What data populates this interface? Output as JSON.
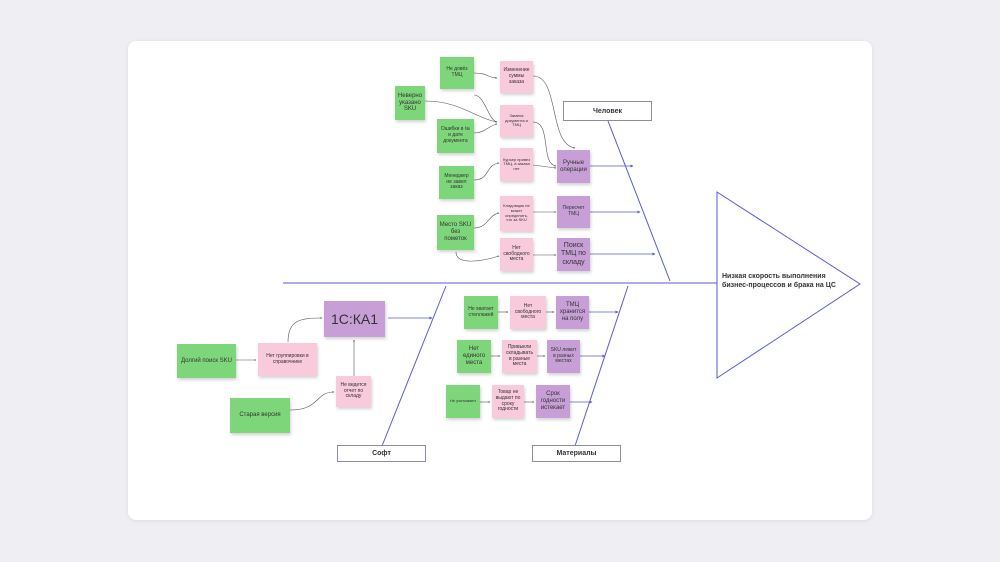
{
  "problem": "Низкая скорость выполнения бизнес-процессов и брака на ЦС",
  "categories": {
    "person": "Человек",
    "soft": "Софт",
    "materials": "Материалы"
  },
  "person": {
    "green": [
      "Не довёз ТМЦ",
      "Неверно указано SKU",
      "Ошибки в № и дате документа",
      "Менеджер не завел заказ",
      "Место SKU без пометок"
    ],
    "pink": [
      "Изменение суммы заказа",
      "Замена документа и ТМЦ",
      "Курьер привез ТМЦ, а заказа нет",
      "Кладовщик не может определить, что за SKU",
      "Нет свободного места"
    ],
    "purple": [
      "Ручные операции",
      "Пересчет ТМЦ",
      "Поиск ТМЦ по складу"
    ]
  },
  "soft": {
    "green": [
      "Долгий поиск SKU",
      "Старая версия"
    ],
    "pink": [
      "Нет группировки в справочнике",
      "Не ведется отчет по складу"
    ],
    "purple": [
      "1С:КА1"
    ]
  },
  "materials": {
    "green": [
      "Не хватает стеллажей",
      "Нет единого места",
      "Не учитывают"
    ],
    "pink": [
      "Нет свободного места",
      "Привыкли складывать в разные места",
      "Товар не выдают по сроку годности"
    ],
    "purple": [
      "ТМЦ хранится на полу",
      "SKU лежит в разных местах",
      "Срок годности истекает"
    ]
  },
  "colors": {
    "green": "#7ed67a",
    "pink": "#f9c9dc",
    "purple": "#c79fd6",
    "line": "#5a5ad6"
  }
}
